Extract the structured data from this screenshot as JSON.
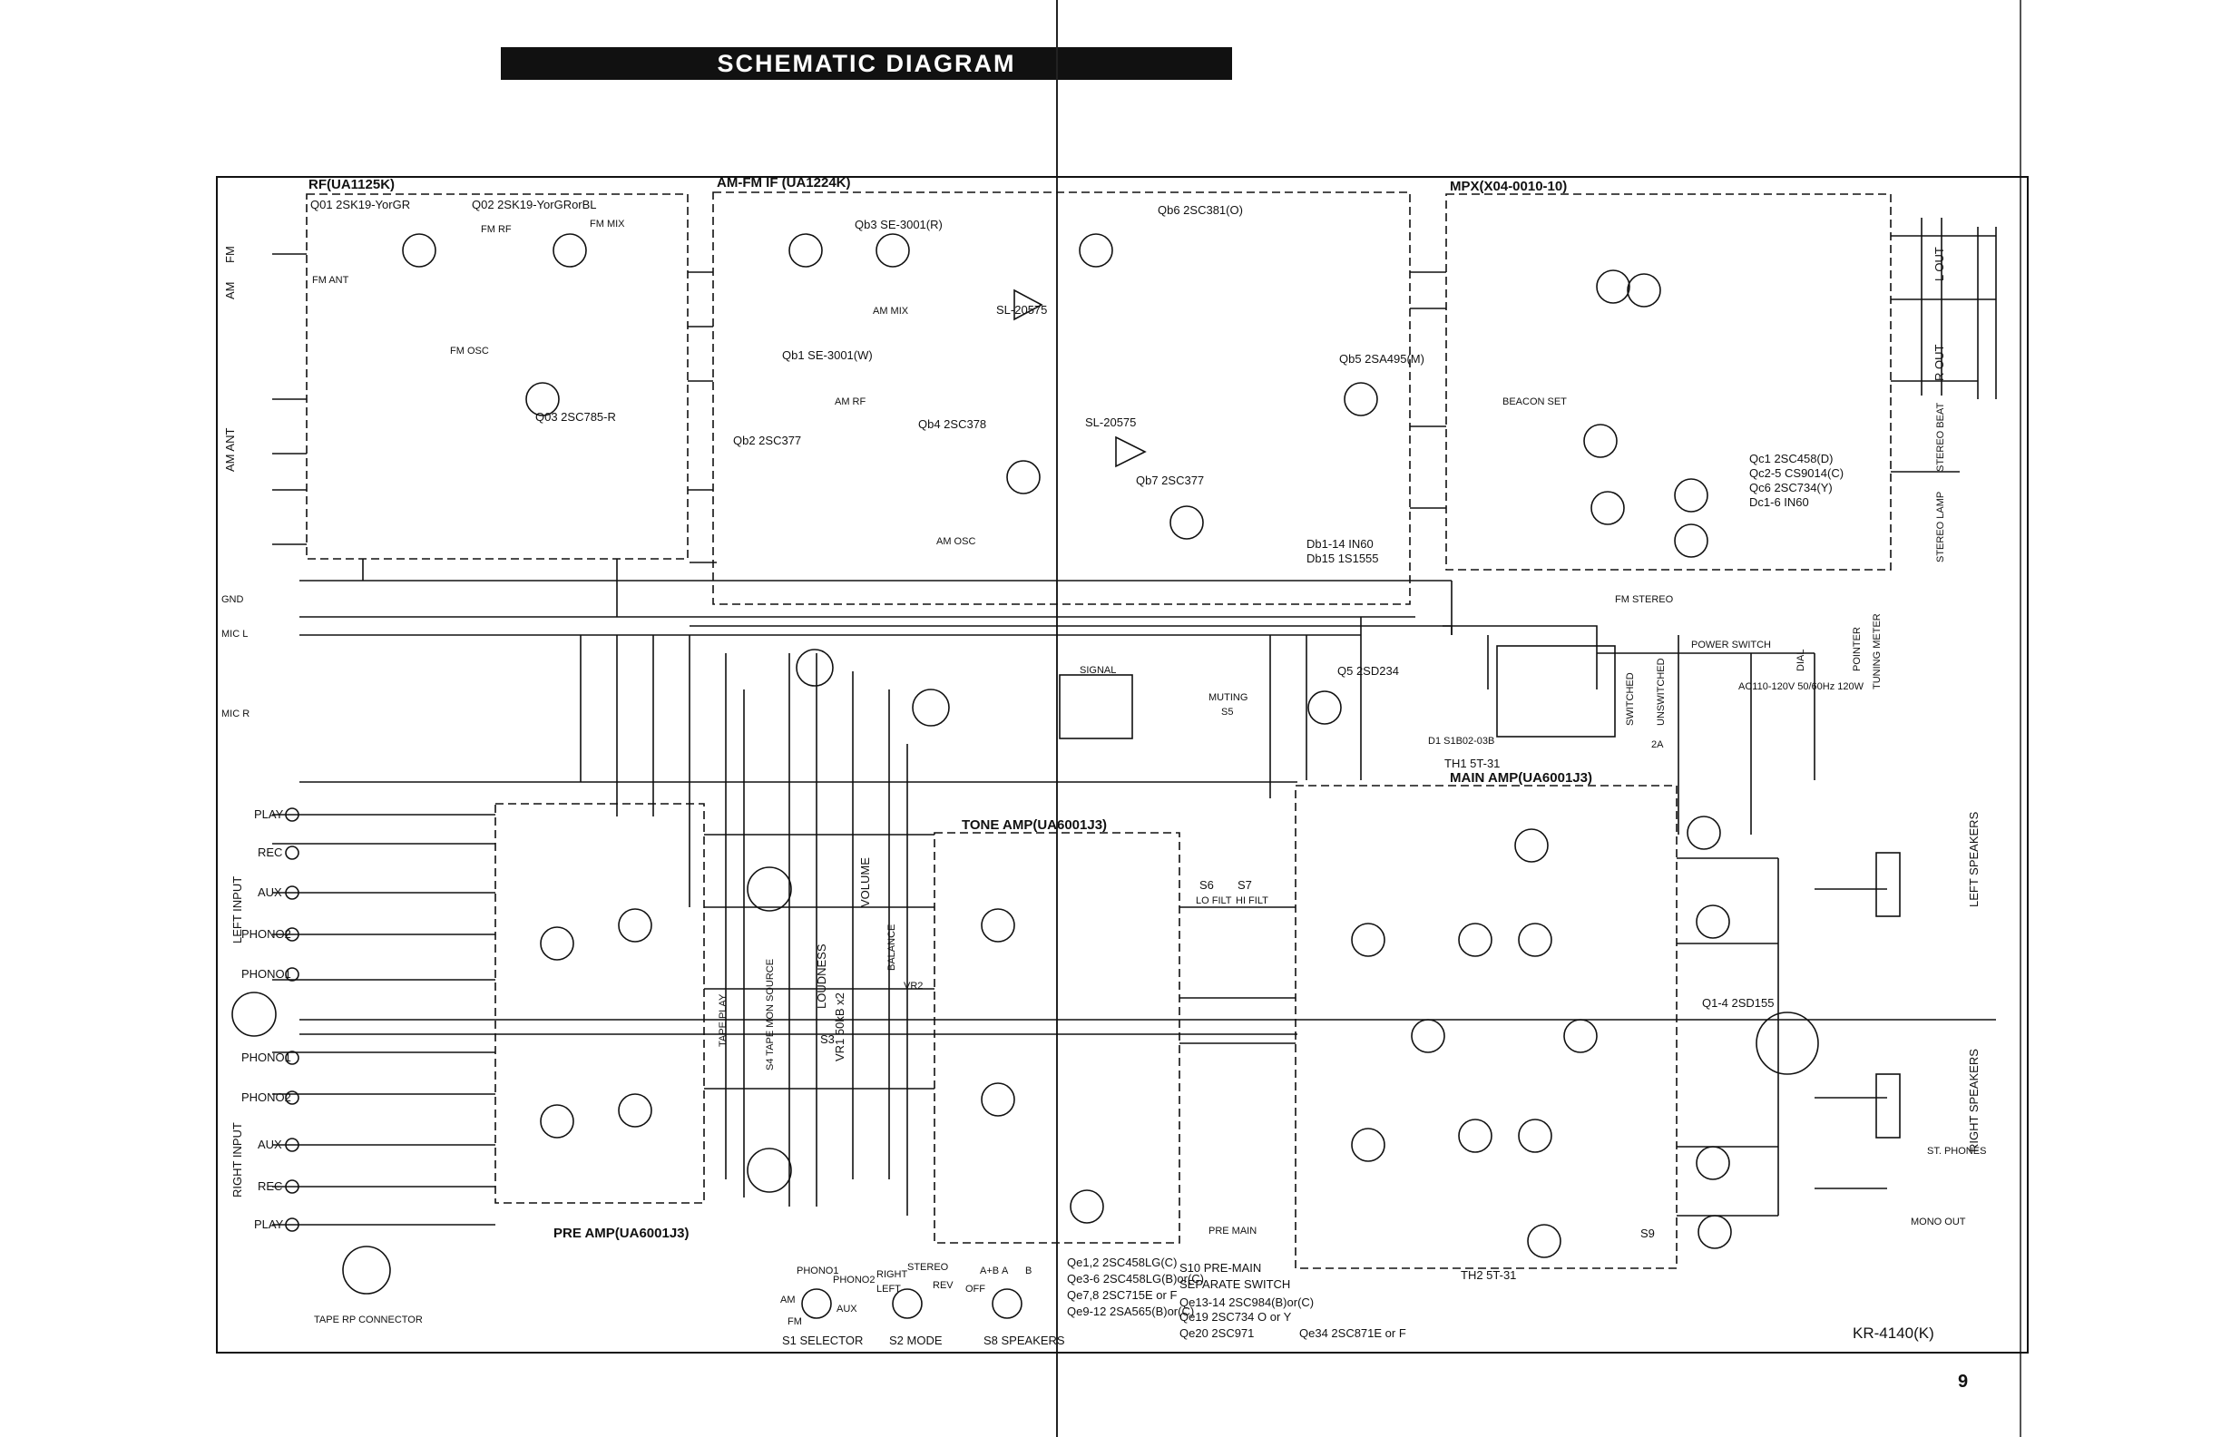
{
  "title": "SCHEMATIC DIAGRAM",
  "page_number": "9",
  "model": "KR-4140(K)",
  "blocks": {
    "rf": {
      "title": "RF(UA1125K)",
      "q1": "Q01 2SK19-YorGR",
      "q2": "Q02 2SK19-YorGRorBL",
      "q3": "Q03 2SC785-R",
      "fm_mix": "FM MIX",
      "fm_rf": "FM RF",
      "fm_osc": "FM OSC",
      "fm_ant": "FM ANT"
    },
    "if": {
      "title": "AM-FM IF (UA1224K)",
      "qb1": "Qb1 SE-3001(W)",
      "qb2": "Qb2 2SC377",
      "qb3": "Qb3 SE-3001(R)",
      "qb4": "Qb4 2SC378",
      "qb5": "Qb5 2SA495(M)",
      "qb6": "Qb6 2SC381(O)",
      "qb7": "Qb7 2SC377",
      "ic1": "SL-20575",
      "ic2": "SL-20575",
      "am_osc": "AM OSC",
      "am_mix": "AM MIX",
      "am_rf": "AM RF",
      "diodes1": "Db1-14 IN60",
      "diodes2": "Db15 1S1555"
    },
    "mpx": {
      "title": "MPX(X04-0010-10)",
      "qc1": "Qc1 2SC458(D)",
      "qc2": "Qc2-5 CS9014(C)",
      "qc6": "Qc6 2SC734(Y)",
      "dc": "Dc1-6 IN60",
      "beacon": "BEACON SET"
    },
    "preamp": {
      "title": "PRE AMP(UA6001J3)"
    },
    "tone": {
      "title": "TONE AMP(UA6001J3)",
      "volume": "VOLUME",
      "balance": "BALANCE",
      "loudness": "LOUDNESS",
      "s3": "S3",
      "vr1": "VR1 50kB x2",
      "vr2": "VR2"
    },
    "main": {
      "title": "MAIN AMP(UA6001J3)",
      "th1": "TH1 5T-31",
      "th2": "TH2 5T-31",
      "q14": "Q1-4 2SD155"
    },
    "power": {
      "q5": "Q5 2SD234",
      "signal": "SIGNAL",
      "muting": "MUTING",
      "s5": "S5",
      "s9": "S9",
      "power_switch": "POWER SWITCH",
      "d1": "D1 S1B02-03B",
      "ac": "AC110-120V 50/60Hz 120W",
      "fuse": "2A",
      "fm_stereo": "FM STEREO",
      "dial": "DIAL",
      "pointer": "POINTER",
      "tuning_meter": "TUNING METER",
      "switched": "SWITCHED",
      "unswitched": "UNSWITCHED"
    }
  },
  "inputs_left": [
    "PLAY",
    "REC",
    "AUX",
    "PHONO2",
    "PHONO1"
  ],
  "inputs_right": [
    "PHONO1",
    "PHONO2",
    "AUX",
    "REC",
    "PLAY"
  ],
  "side_labels": {
    "left_input": "LEFT INPUT",
    "right_input": "RIGHT INPUT",
    "am": "AM",
    "fm": "FM",
    "am_ant": "AM ANT",
    "gnd": "GND",
    "mic_l": "MIC L",
    "mic_r": "MIC R",
    "tape_rp": "TAPE RP CONNECTOR",
    "left_speakers": "LEFT SPEAKERS",
    "right_speakers": "RIGHT SPEAKERS",
    "st_phones": "ST. PHONES",
    "mono_out": "MONO OUT",
    "l_out": "L OUT",
    "r_out": "R OUT",
    "stereo_beat": "STEREO BEAT",
    "stereo_lamp": "STEREO LAMP",
    "tape_play": "TAPE PLAY",
    "tape_mon": "S4 TAPE MON SOURCE"
  },
  "filters": {
    "s6": "S6",
    "s6_name": "LO FILT",
    "s7": "S7",
    "s7_name": "HI FILT",
    "s10": "S10 PRE-MAIN",
    "pre_main": "PRE MAIN",
    "separate": "SEPARATE SWITCH"
  },
  "selectors": {
    "s1": "S1 SELECTOR",
    "s2": "S2 MODE",
    "s8": "S8 SPEAKERS",
    "phono1": "PHONO1",
    "phono2": "PHONO2",
    "am": "AM",
    "fm": "FM",
    "aux": "AUX",
    "right": "RIGHT",
    "left": "LEFT",
    "stereo": "STEREO",
    "rev": "REV",
    "ab": "A+B",
    "off": "OFF",
    "a": "A",
    "b": "B"
  },
  "transistor_list": [
    "Qe1,2 2SC458LG(C)",
    "Qe3-6 2SC458LG(B)or(C)",
    "Qe7,8 2SC715E or F",
    "Qe9-12 2SA565(B)or(C)",
    "Qe13-14 2SC984(B)or(C)",
    "Qe19 2SC734 O or Y",
    "Qe20 2SC971",
    "Qe34 2SC871E or F"
  ]
}
